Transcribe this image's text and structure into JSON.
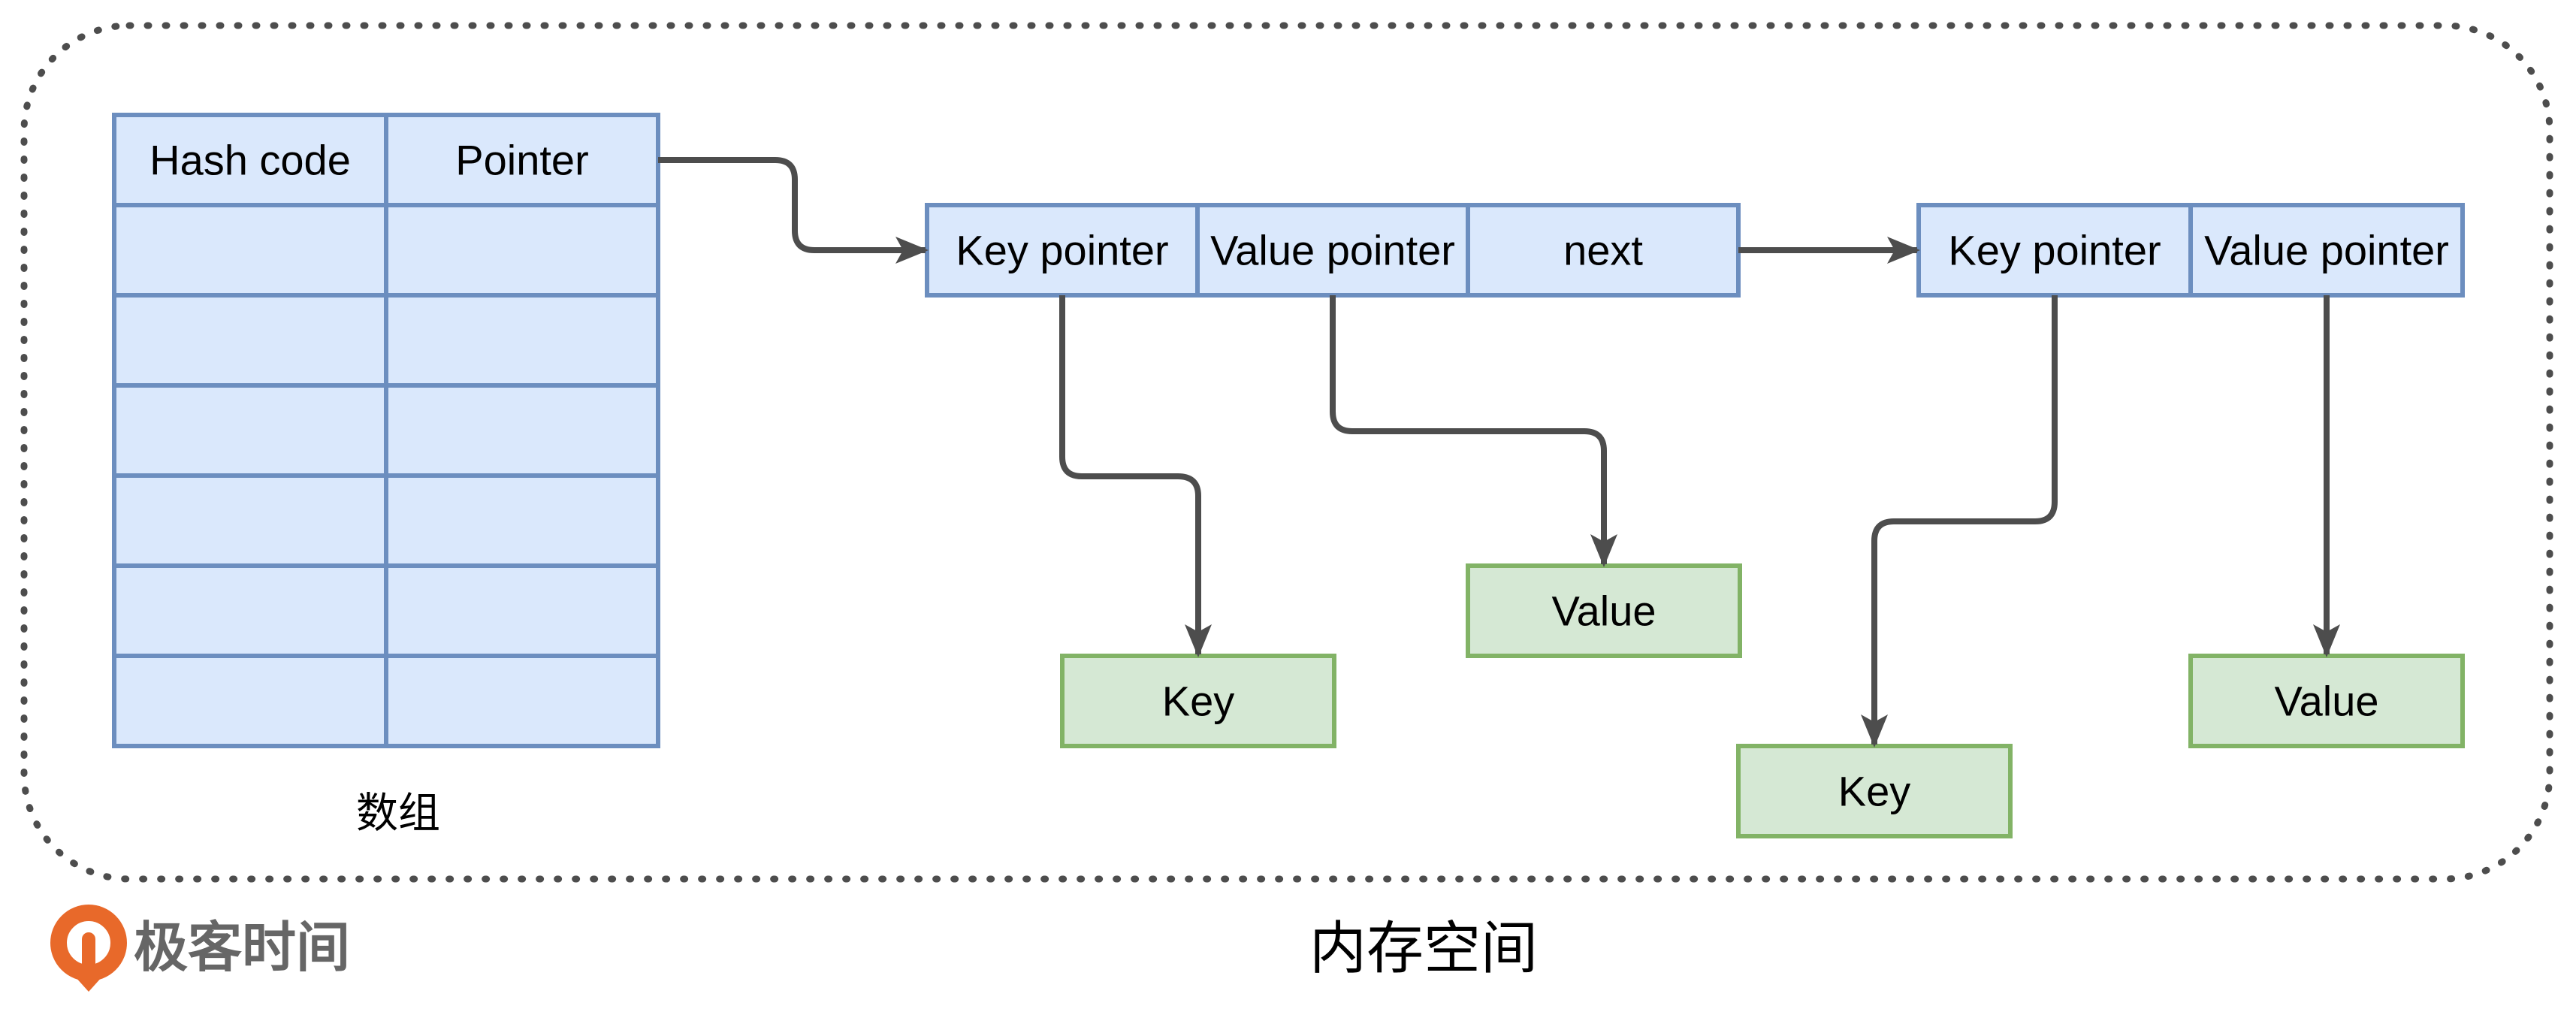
{
  "colors": {
    "pointer_fill": "#dae8fc",
    "pointer_stroke": "#6c8ebf",
    "data_fill": "#d5e8d4",
    "data_stroke": "#82b366",
    "arrow": "#4d4d4d",
    "memory_border": "#4d4d4d",
    "brand_orange": "#e8692a",
    "brand_gray": "#666666"
  },
  "array": {
    "headers": [
      "Hash code",
      "Pointer"
    ],
    "empty_rows": 6,
    "caption": "数组"
  },
  "node1": {
    "cells": [
      "Key pointer",
      "Value pointer",
      "next"
    ],
    "key_label": "Key",
    "value_label": "Value"
  },
  "node2": {
    "cells": [
      "Key pointer",
      "Value pointer"
    ],
    "key_label": "Key",
    "value_label": "Value"
  },
  "memory": {
    "caption": "内存空间"
  },
  "brand": {
    "logo_icon": "geektime-logo-icon",
    "name": "极客时间"
  }
}
